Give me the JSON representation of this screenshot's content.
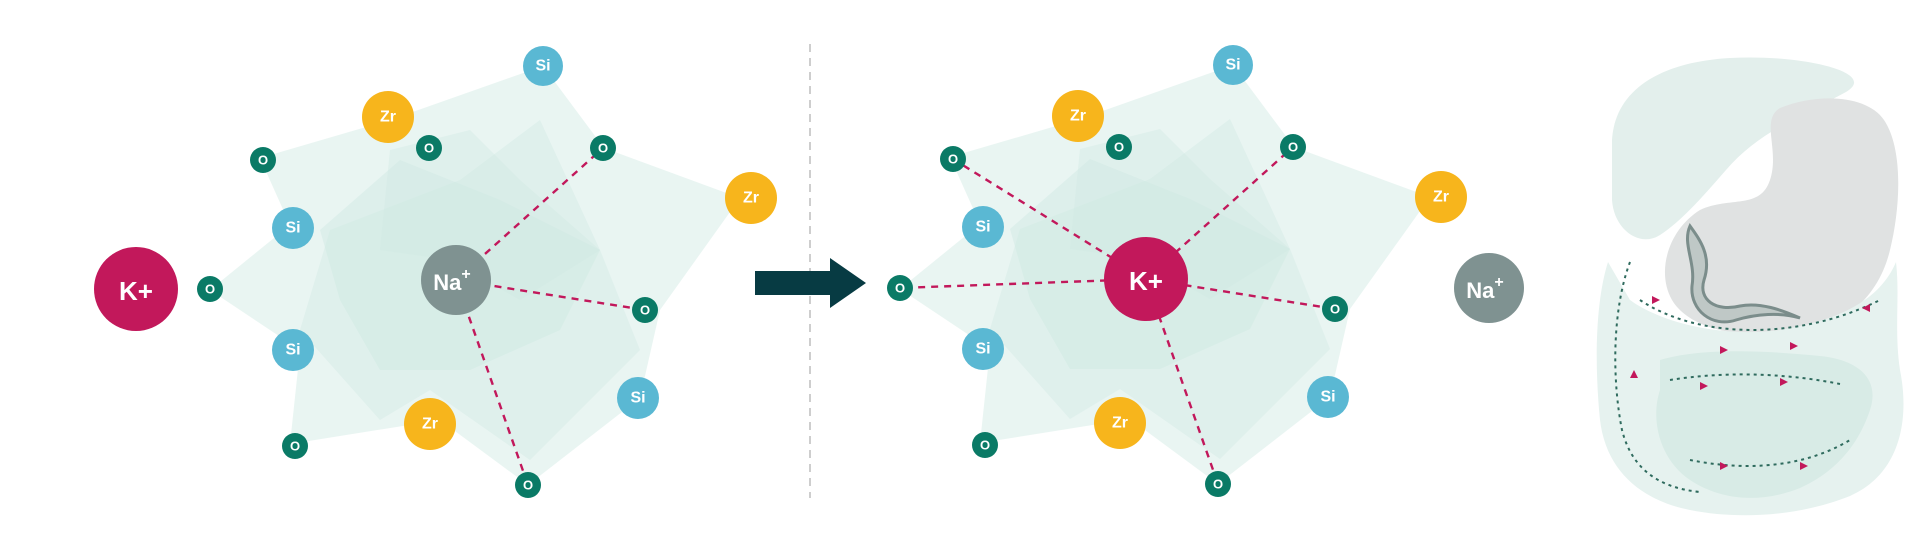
{
  "colors": {
    "potassium": "#c2185b",
    "sodium": "#7f9291",
    "oxygen": "#0a7a66",
    "silicon": "#5ab8d3",
    "zirconium": "#f7b51c",
    "arrow": "#073b43",
    "bond": "#c2185b",
    "framework": "#cfe9e3",
    "divider": "#b9b9b9"
  },
  "labels": {
    "k": "K+",
    "na": "Na+",
    "na_base": "Na",
    "o": "O",
    "si": "Si",
    "zr": "Zr",
    "plus": "+"
  },
  "icons": {
    "transition_arrow": "right-arrow-icon",
    "digestive_tract": "digestive-tract-icon",
    "flow_markers": "triangle-marker-icon"
  }
}
